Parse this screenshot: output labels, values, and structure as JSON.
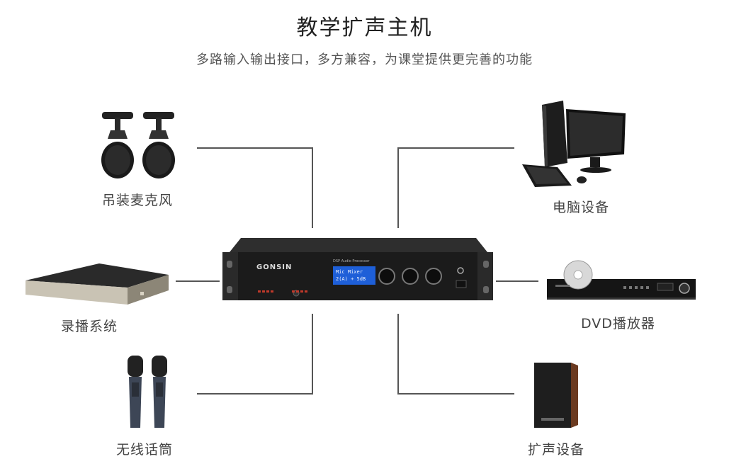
{
  "header": {
    "title": "教学扩声主机",
    "subtitle": "多路输入输出接口，多方兼容，为课堂提供更完善的功能"
  },
  "center_device": {
    "brand": "GONSIN",
    "model_text": "DSP Audio Processor",
    "lcd_line1": "Mic  Mixer",
    "lcd_line2": "2(A)  + 5dB"
  },
  "devices": {
    "ceiling_mic": "吊装麦克风",
    "computer": "电脑设备",
    "recorder": "录播系统",
    "dvd": "DVD播放器",
    "wireless_mic": "无线话筒",
    "speaker": "扩声设备"
  },
  "colors": {
    "line": "#555555",
    "device_body": "#1c1c1c",
    "lcd": "#1e5fd8"
  }
}
